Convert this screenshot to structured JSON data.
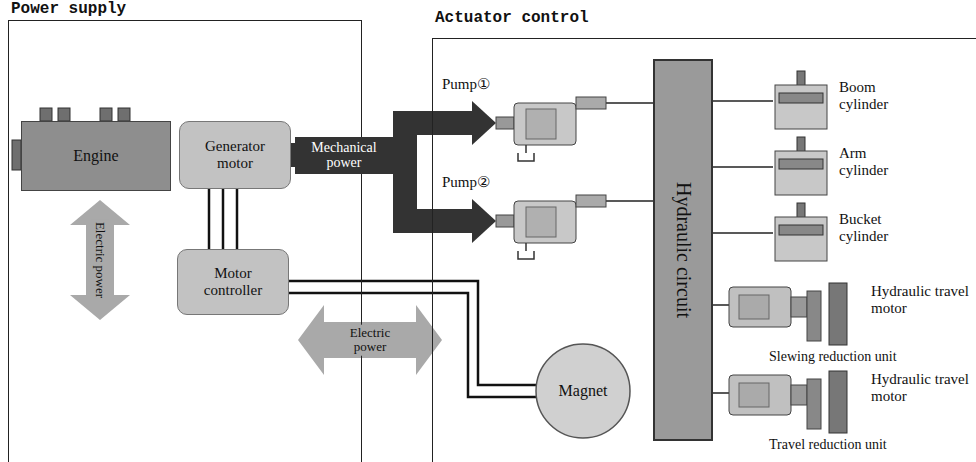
{
  "diagram": {
    "nodes": [
      {
        "text": [
          "Power supply"
        ]
      },
      {
        "text": [
          "Actuator control"
        ]
      },
      {
        "text": [
          "Engine"
        ],
        "in": 0
      },
      {
        "text": [
          "Generator motor"
        ],
        "in": 0
      },
      {
        "text": [
          "Motor controller"
        ],
        "in": 0
      },
      {
        "text": [
          "Pump①"
        ],
        "in": 1
      },
      {
        "text": [
          "Pump②"
        ],
        "in": 1
      },
      {
        "text": [
          "Hydraulic circuit"
        ],
        "in": 1
      },
      {
        "text": [
          "Boom cylinder"
        ],
        "in": 1
      },
      {
        "text": [
          "Arm cylinder"
        ],
        "in": 1
      },
      {
        "text": [
          "Bucket cylinder"
        ],
        "in": 1
      },
      {
        "text": [
          "Hydraulic travel motor",
          "Slewing reduction unit"
        ],
        "in": 1
      },
      {
        "text": [
          "Hydraulic travel motor",
          "Travel reduction unit"
        ],
        "in": 1
      },
      {
        "text": [
          "Magnet"
        ],
        "in": 1
      }
    ],
    "edges": [
      {
        "from": 3,
        "to": 5,
        "arrow": "to",
        "label": "Mechanical power"
      },
      {
        "from": 3,
        "to": 6,
        "arrow": "to"
      },
      {
        "from": 3,
        "to": 4,
        "arrow": "none"
      },
      {
        "from": 4,
        "to": 13,
        "arrow": "none"
      },
      {
        "from": 5,
        "to": 7,
        "arrow": "none"
      },
      {
        "from": 6,
        "to": 7,
        "arrow": "none"
      },
      {
        "from": 7,
        "to": 8,
        "arrow": "none"
      },
      {
        "from": 7,
        "to": 9,
        "arrow": "none"
      },
      {
        "from": 7,
        "to": 10,
        "arrow": "none"
      },
      {
        "from": 7,
        "to": 11,
        "arrow": "none"
      },
      {
        "from": 7,
        "to": 12,
        "arrow": "none"
      }
    ],
    "labels": [
      "Electric power",
      "Electric power"
    ]
  }
}
